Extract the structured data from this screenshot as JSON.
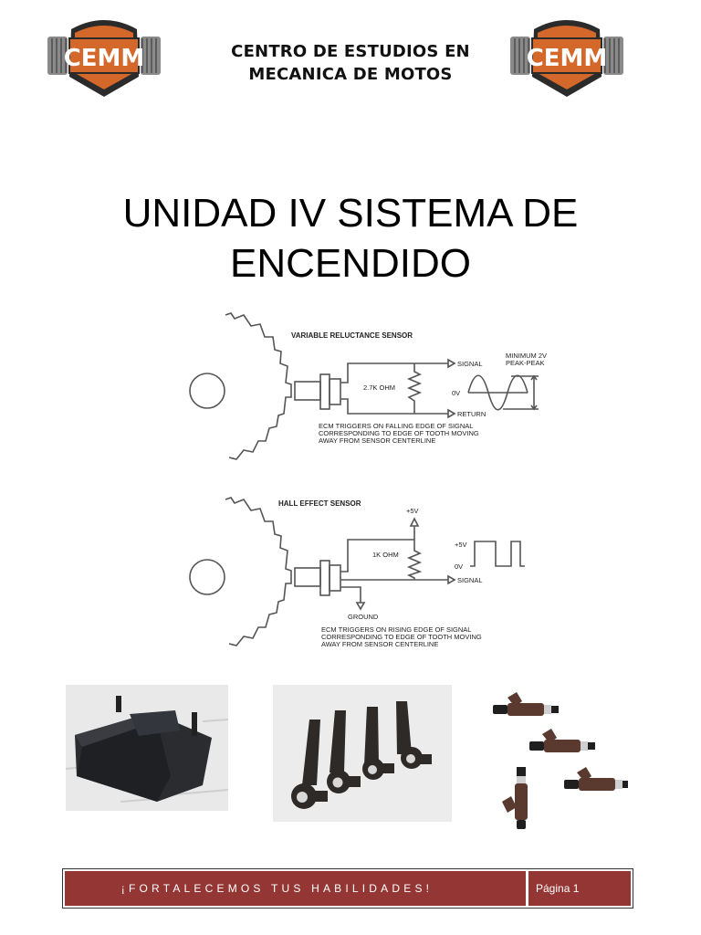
{
  "header": {
    "logo_text": "CEMM",
    "org_title_line1": "CENTRO DE ESTUDIOS EN",
    "org_title_line2": "MECANICA DE MOTOS",
    "logo_colors": {
      "shield": "#D4672A",
      "dark": "#2B2B2B",
      "gray": "#8A8A8A"
    }
  },
  "title": {
    "line1": "UNIDAD IV SISTEMA DE",
    "line2": "ENCENDIDO"
  },
  "diagram": {
    "variable_reluctance": {
      "heading": "VARIABLE RELUCTANCE SENSOR",
      "resistor_label": "2.7K OHM",
      "signal_label": "SIGNAL",
      "return_label": "RETURN",
      "zero_label": "0V",
      "amplitude_label_1": "MINIMUM 2V",
      "amplitude_label_2": "PEAK-PEAK",
      "note_line1": "ECM TRIGGERS ON FALLING EDGE OF SIGNAL",
      "note_line2": "CORRESPONDING TO EDGE OF TOOTH MOVING",
      "note_line3": "AWAY FROM SENSOR CENTERLINE"
    },
    "hall_effect": {
      "heading": "HALL EFFECT SENSOR",
      "supply_label": "+5V",
      "resistor_label": "1K OHM",
      "high_label": "+5V",
      "zero_label": "0V",
      "signal_label": "SIGNAL",
      "ground_label": "GROUND",
      "note_line1": "ECM TRIGGERS ON RISING EDGE OF SIGNAL",
      "note_line2": "CORRESPONDING TO EDGE OF TOOTH MOVING",
      "note_line3": "AWAY FROM SENSOR CENTERLINE"
    }
  },
  "photos": [
    {
      "name": "ecu-module"
    },
    {
      "name": "ignition-coils"
    },
    {
      "name": "fuel-injectors"
    }
  ],
  "footer": {
    "motto": "¡FORTALECEMOS TUS HABILIDADES!",
    "page_label": "Página 1",
    "color": "#943634"
  }
}
